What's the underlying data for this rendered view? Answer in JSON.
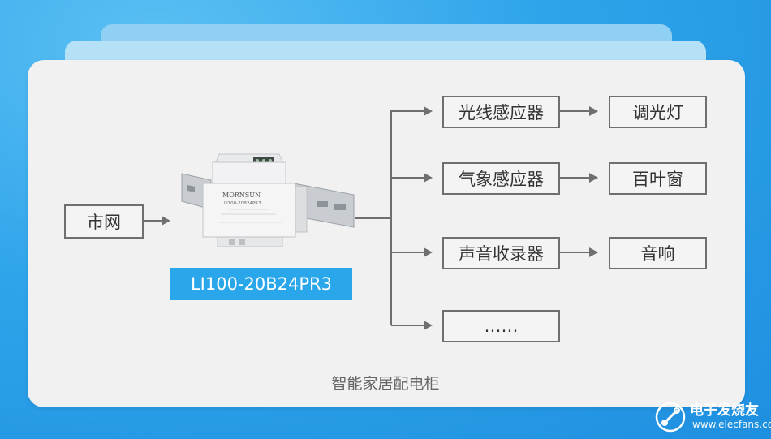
{
  "diagram": {
    "source": "市网",
    "device_model": "LI100-20B24PR3",
    "device_brand": "MORNSUN",
    "device_part": "LI100-20B24PR3",
    "rows": [
      {
        "sensor": "光线感应器",
        "target": "调光灯"
      },
      {
        "sensor": "气象感应器",
        "target": "百叶窗"
      },
      {
        "sensor": "声音收录器",
        "target": "音响"
      },
      {
        "sensor": "……",
        "target": null
      }
    ],
    "caption": "智能家居配电柜"
  },
  "watermark": {
    "main": "电子发烧友",
    "sub": "www.elecfans.com"
  },
  "colors": {
    "background": "#2fa4ea",
    "card": "#f1f1f1",
    "line": "#6f6f6f",
    "label_bg": "#2aa6ea"
  }
}
